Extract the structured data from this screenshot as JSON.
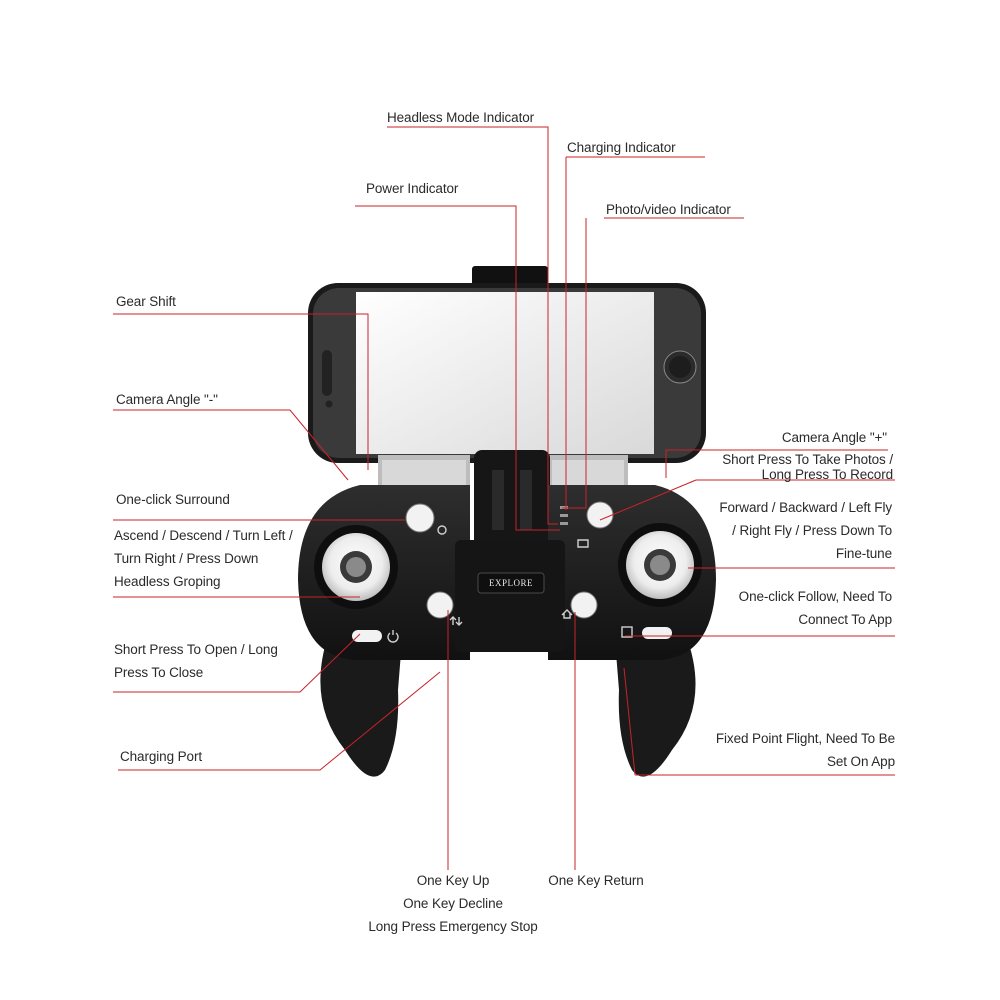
{
  "callouts": {
    "headless_mode_indicator": "Headless Mode Indicator",
    "charging_indicator": "Charging Indicator",
    "power_indicator": "Power Indicator",
    "photo_video_indicator": "Photo/video Indicator",
    "gear_shift": "Gear Shift",
    "camera_angle_minus": "Camera Angle \"-\"",
    "camera_angle_plus": "Camera Angle \"+\"",
    "photo_record": [
      "Short Press To Take Photos /",
      "Long Press To Record"
    ],
    "one_click_surround": "One-click Surround",
    "left_stick": [
      "Ascend / Descend / Turn Left /",
      "Turn Right / Press Down",
      "Headless Groping"
    ],
    "right_stick": [
      "Forward / Backward / Left Fly",
      "/ Right Fly / Press Down To",
      "Fine-tune"
    ],
    "one_click_follow": [
      "One-click Follow, Need To",
      "Connect To App"
    ],
    "power_button": [
      "Short Press To Open / Long",
      "Press To Close"
    ],
    "charging_port": "Charging Port",
    "fixed_point_flight": [
      "Fixed Point Flight, Need To Be",
      "Set On App"
    ],
    "one_key_up": [
      "One Key Up",
      "One Key Decline",
      "Long Press Emergency Stop"
    ],
    "one_key_return": "One Key Return"
  },
  "device": {
    "brand_label": "EXPLORE"
  },
  "colors": {
    "leader_line": "#c8232a",
    "controller_body": "#1c1c1c",
    "button_face": "#f2f2f2"
  }
}
